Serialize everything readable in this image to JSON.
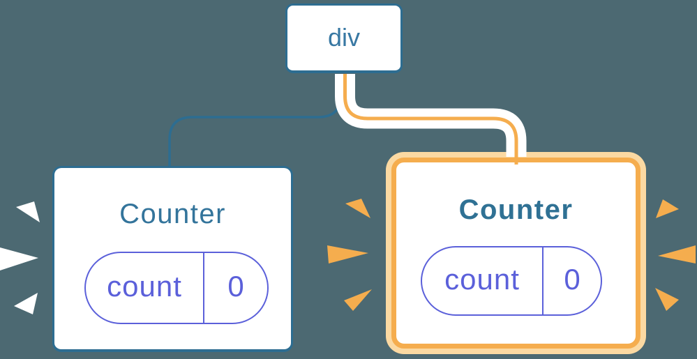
{
  "diagram": {
    "description": "React render-tree diagram: a div root with two Counter component children; each Counter holds a state pill count=0. The right Counter is highlighted orange with sparkle burst marks; the left Counter has white sparkle marks.",
    "tree": {
      "root": {
        "label": "div"
      },
      "children": [
        {
          "title": "Counter",
          "highlighted": false,
          "state": {
            "label": "count",
            "value": "0"
          }
        },
        {
          "title": "Counter",
          "highlighted": true,
          "state": {
            "label": "count",
            "value": "0"
          }
        }
      ]
    },
    "colors": {
      "background": "#4C6972",
      "node_border_blue": "#2D6D91",
      "node_text_blue": "#3878A3",
      "title_blue": "#33749B",
      "state_purple": "#5B60DA",
      "highlight_orange": "#F5AD4E",
      "highlight_orange_light": "#FBD9A2",
      "sparkle_white": "#FFFFFF",
      "card_background": "#FFFFFF"
    }
  }
}
